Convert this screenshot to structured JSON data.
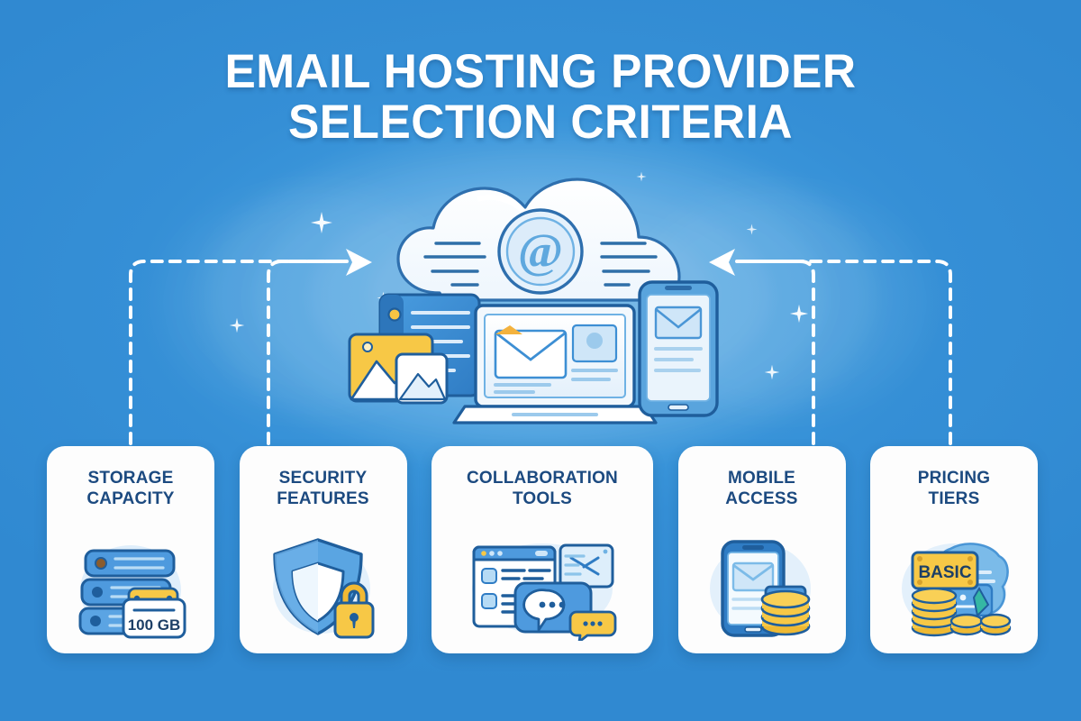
{
  "title": {
    "line1": "EMAIL HOSTING PROVIDER",
    "line2": "SELECTION CRITERIA"
  },
  "colors": {
    "background": "#3498db",
    "card_background": "#fdfdfd",
    "heading_text": "#1c4a80",
    "title_text": "#ffffff",
    "accent_yellow": "#f6c443",
    "accent_blue": "#3d8fd4",
    "deep_navy": "#1d4f84",
    "connector": "#ffffff"
  },
  "hero": {
    "name": "cloud-email-illustration",
    "cloud_badge": "@",
    "devices": [
      "laptop",
      "smartphone",
      "document",
      "photo-attachment"
    ]
  },
  "connectors": {
    "style": "dashed",
    "arrow_left_label": "arrow pointing right toward cloud",
    "arrow_right_label": "arrow pointing left toward cloud"
  },
  "cards": [
    {
      "id": "storage-capacity",
      "title_line1": "STORAGE",
      "title_line2": "CAPACITY",
      "icon": "server-stack-icon",
      "icon_label": "100 GB"
    },
    {
      "id": "security-features",
      "title_line1": "SECURITY",
      "title_line2": "FEATURES",
      "icon": "shield-lock-icon",
      "icon_label": ""
    },
    {
      "id": "collaboration-tools",
      "title_line1": "COLLABORATION",
      "title_line2": "TOOLS",
      "icon": "chat-windows-icon",
      "icon_label": ""
    },
    {
      "id": "mobile-access",
      "title_line1": "MOBILE",
      "title_line2": "ACCESS",
      "icon": "smartphone-coins-icon",
      "icon_label": ""
    },
    {
      "id": "pricing-tiers",
      "title_line1": "PRICING",
      "title_line2": "TIERS",
      "icon": "coins-wallet-icon",
      "icon_label": "BASIC"
    }
  ]
}
